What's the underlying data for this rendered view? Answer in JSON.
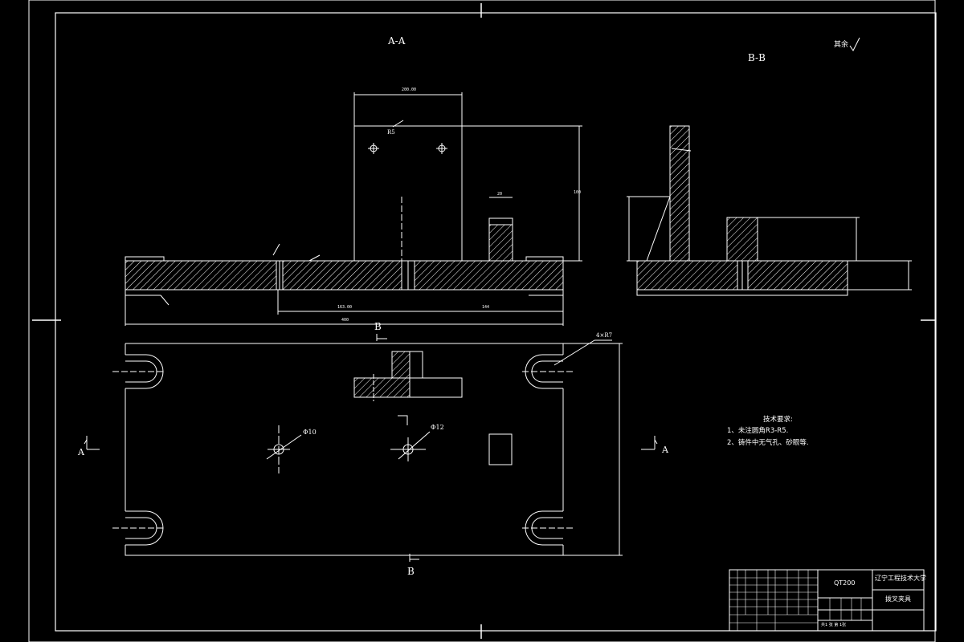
{
  "views": {
    "section_aa": "A-A",
    "section_bb": "B-B",
    "roughness_note": "其余",
    "section_mark_b_top": "B",
    "section_mark_b_bottom": "B",
    "section_mark_a_left": "A",
    "section_mark_a_right": "A"
  },
  "annotations": {
    "hole_phi10": "Φ10",
    "hole_phi12": "Φ12",
    "slot_callout": "4×R7",
    "fillet_r5": "R5"
  },
  "tech_requirements": {
    "title": "技术要求:",
    "item1": "1、未注圆角R3-R5.",
    "item2": "2、铸件中无气孔、砂眼等."
  },
  "dimensions": {
    "d_top_width": "200.00",
    "d_left_seg": "163.00",
    "d_right_seg": "144",
    "d_total": "400",
    "d_height": "100",
    "d_rib_w": "20"
  },
  "title_block": {
    "material": "QT200",
    "school": "辽宁工程技术大学",
    "part_name": "拨叉夹具",
    "scale_row": "共1 张 第 1张"
  },
  "colors": {
    "background": "#000000",
    "line": "#ffffff"
  }
}
